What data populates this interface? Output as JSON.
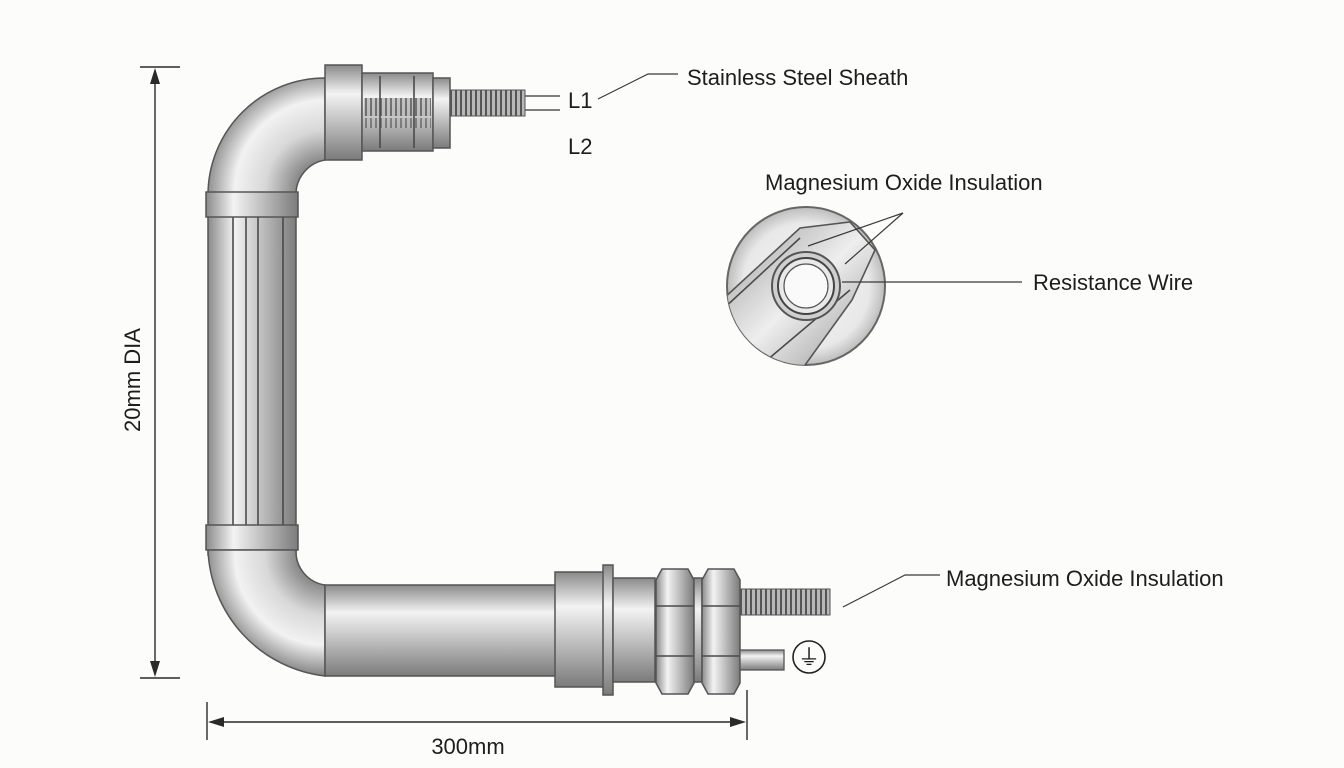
{
  "dimensions": {
    "height_label": "20mm DIA",
    "width_label": "300mm"
  },
  "terminals": {
    "l1": "L1",
    "l2": "L2",
    "ground_symbol": "⏚"
  },
  "callouts": {
    "sheath": "Stainless Steel Sheath",
    "insulation_top": "Magnesium Oxide Insulation",
    "resistance_wire": "Resistance Wire",
    "insulation_bottom": "Magnesium Oxide Insulation"
  },
  "colors": {
    "metal_dark": "#8e8e8e",
    "metal_light": "#f4f4f4",
    "line": "#2a2a2a"
  }
}
